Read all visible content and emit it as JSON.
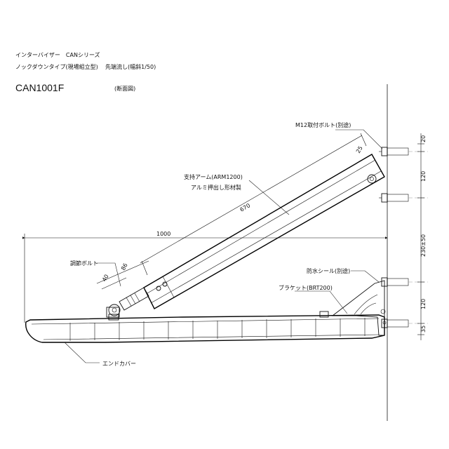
{
  "header": {
    "line1": "インターバイザー　CANシリーズ",
    "line2": "ノックダウンタイプ(現場組立型)",
    "line2b": "先端流し(幅斜1/50)",
    "model": "CAN1001F",
    "view": "(断面図)"
  },
  "callouts": {
    "bolt_m12": "M12取付ボルト(別途)",
    "arm": "支持アーム(ARM1200)",
    "arm_material": "アルミ押出し形材製",
    "adjust_bolt": "調節ボルト",
    "waterproof_seal": "防水シール(別途)",
    "bracket": "ブラケット(BRT200)",
    "end_cover": "エンドカバー"
  },
  "dimensions": {
    "overall_width": "1000",
    "arm_length": "670",
    "arm_end": "25",
    "adjust_86": "86",
    "adjust_40": "40",
    "v_20": "20",
    "v_120_top": "120",
    "v_230": "230±50",
    "v_120_bottom": "120",
    "v_35": "35"
  }
}
